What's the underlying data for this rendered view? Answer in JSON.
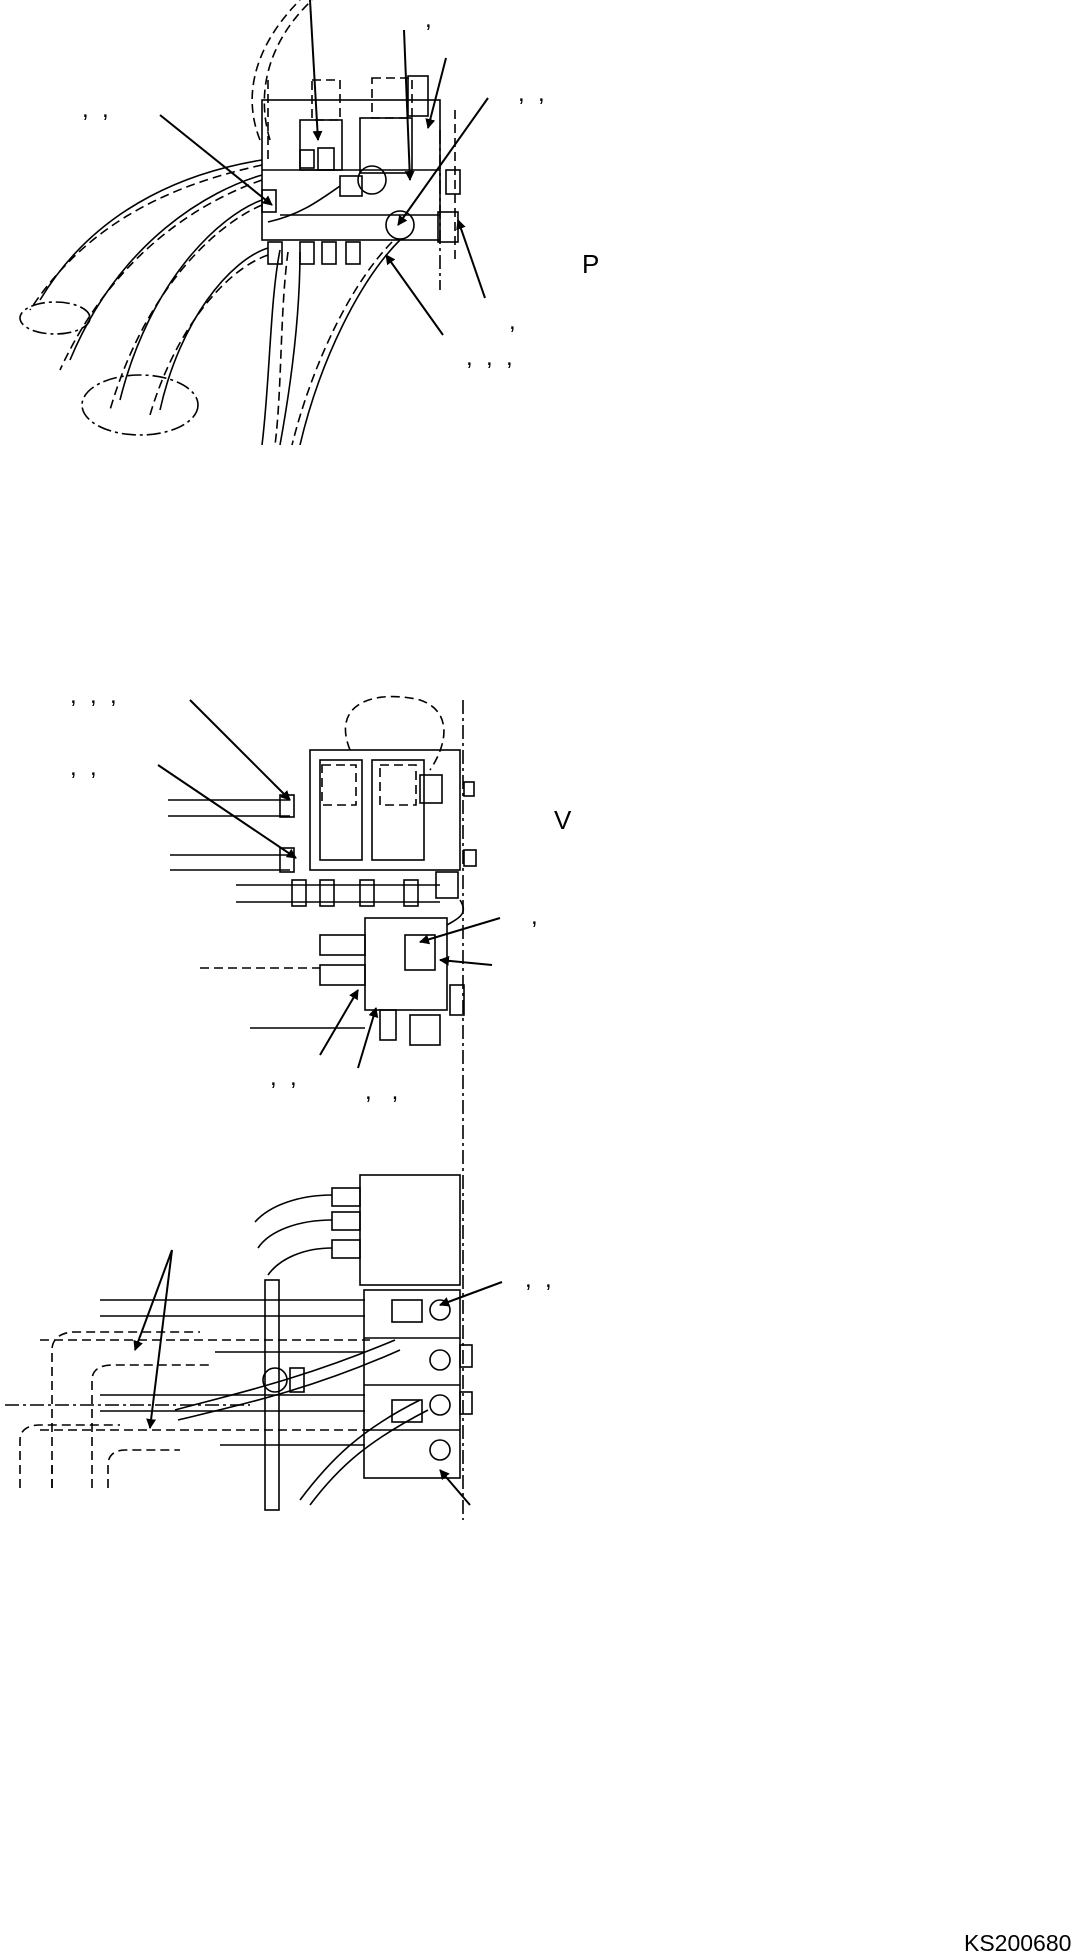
{
  "diagram": {
    "upper_view": {
      "view_letter": "P",
      "marks": [
        ",  ,",
        ",",
        ",  ,",
        ",",
        ",  ,  ,"
      ]
    },
    "lower_view": {
      "view_letter": "V",
      "marks": [
        ",  ,  ,",
        ",  ,",
        ",",
        ",  ,",
        ",   ,",
        ",  ,"
      ]
    },
    "drawing_code": "KS200680"
  }
}
